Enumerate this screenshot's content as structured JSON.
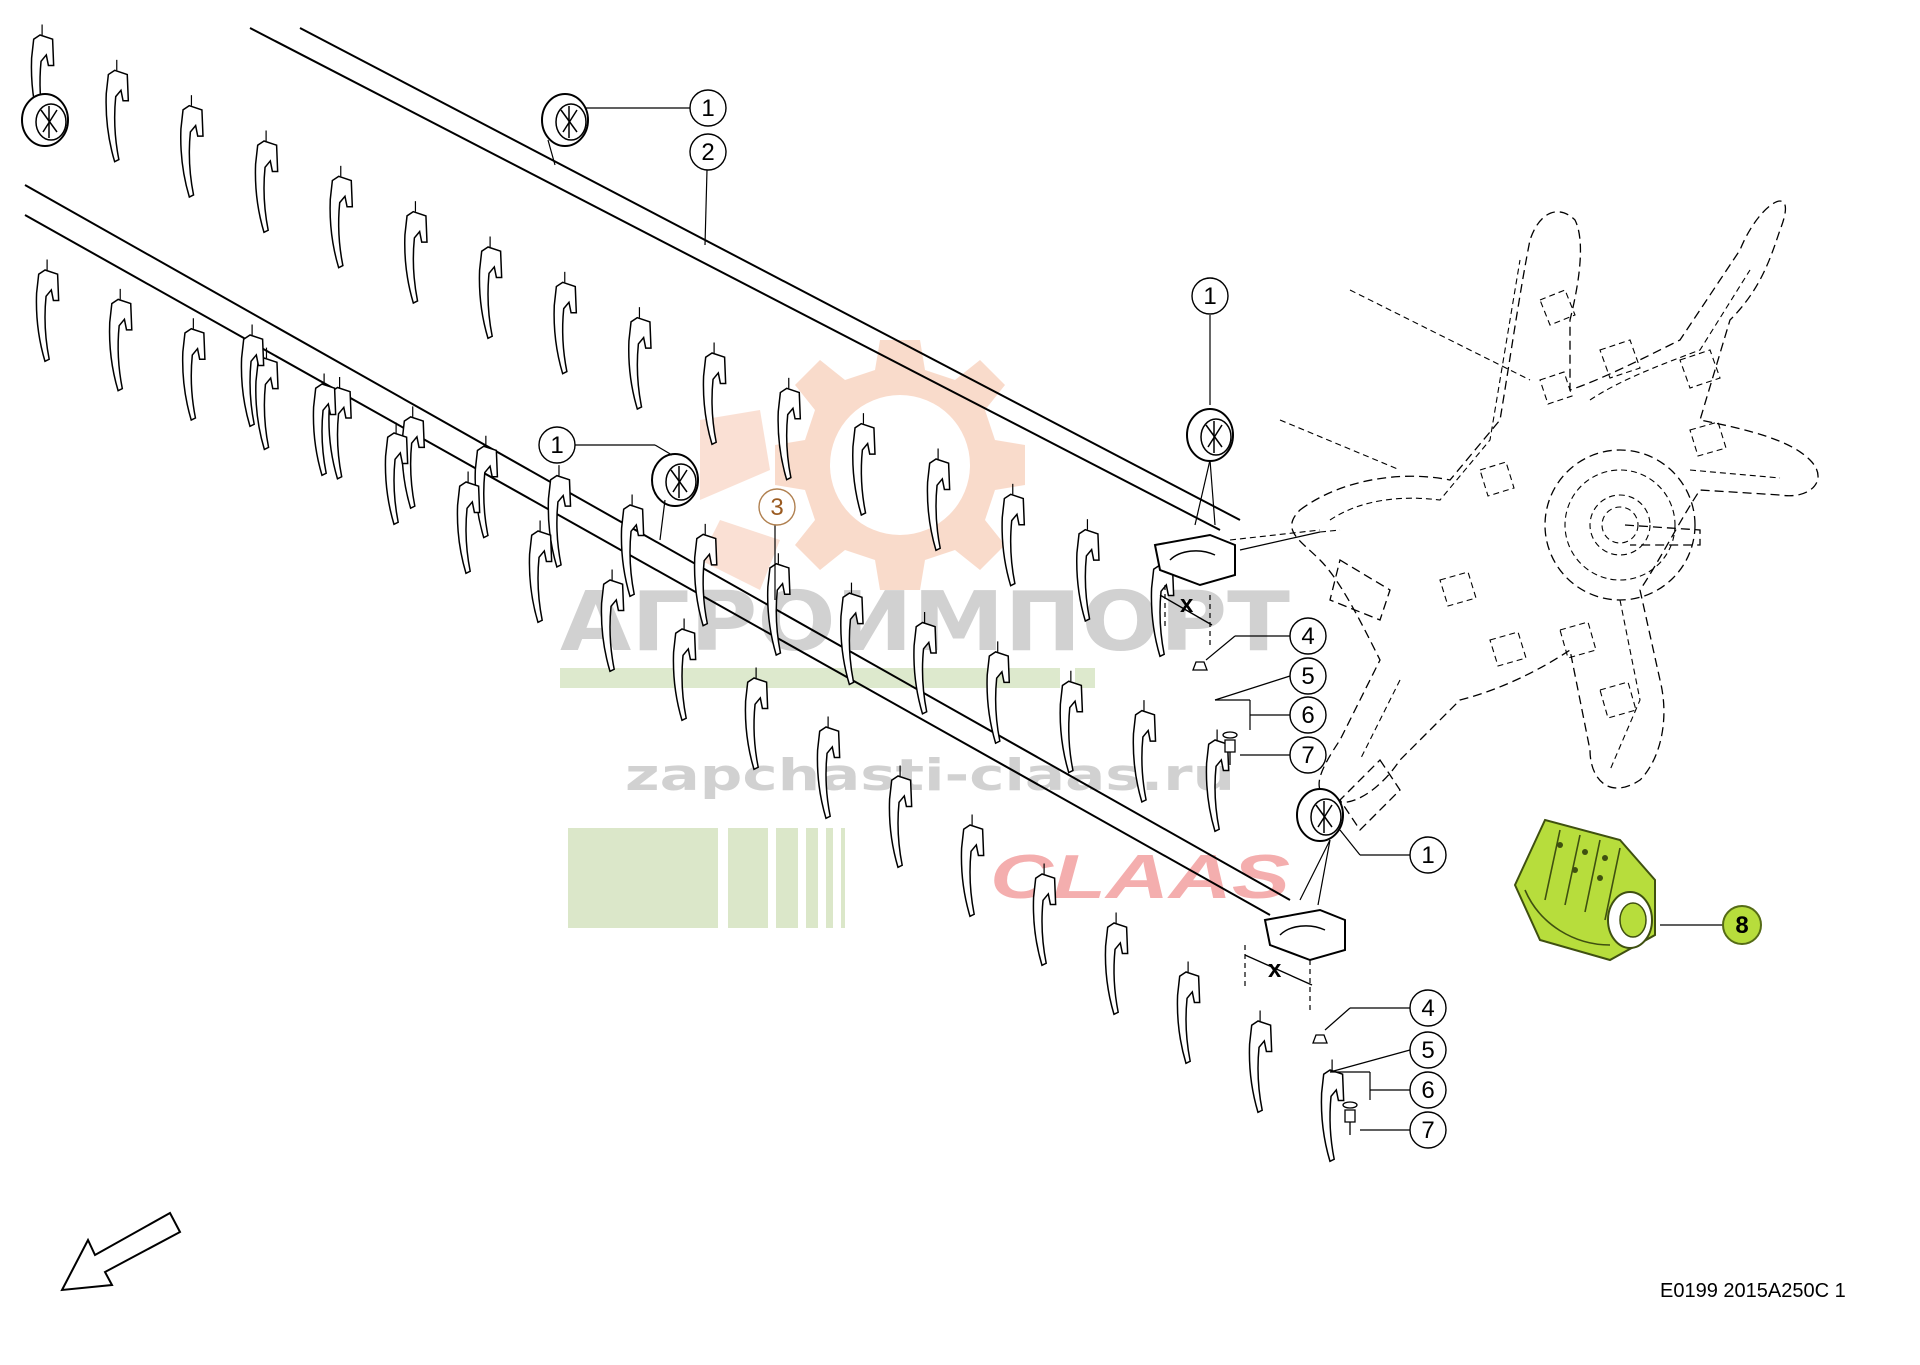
{
  "diagram": {
    "drawing_number": "E0199 2015A250C 1",
    "highlight_color": "#b7dd3c",
    "watermark": {
      "brand_line": "АГРОИМПОРТ",
      "site_line": "zapchasti-claas.ru",
      "logo_word": "CLAAS",
      "gear_color": "#f4b79a",
      "logo_color": "#f2a0a0"
    },
    "callouts": [
      {
        "id": "c1a",
        "label": "1"
      },
      {
        "id": "c2",
        "label": "2"
      },
      {
        "id": "c1b",
        "label": "1"
      },
      {
        "id": "c1c",
        "label": "1"
      },
      {
        "id": "c3",
        "label": "3"
      },
      {
        "id": "c4a",
        "label": "4"
      },
      {
        "id": "c5a",
        "label": "5"
      },
      {
        "id": "c6a",
        "label": "6"
      },
      {
        "id": "c7a",
        "label": "7"
      },
      {
        "id": "c1d",
        "label": "1"
      },
      {
        "id": "c8",
        "label": "8"
      },
      {
        "id": "c4b",
        "label": "4"
      },
      {
        "id": "c5b",
        "label": "5"
      },
      {
        "id": "c6b",
        "label": "6"
      },
      {
        "id": "c7b",
        "label": "7"
      }
    ],
    "dimension_label": "x",
    "direction_icon": "arrow-down-left-icon"
  }
}
